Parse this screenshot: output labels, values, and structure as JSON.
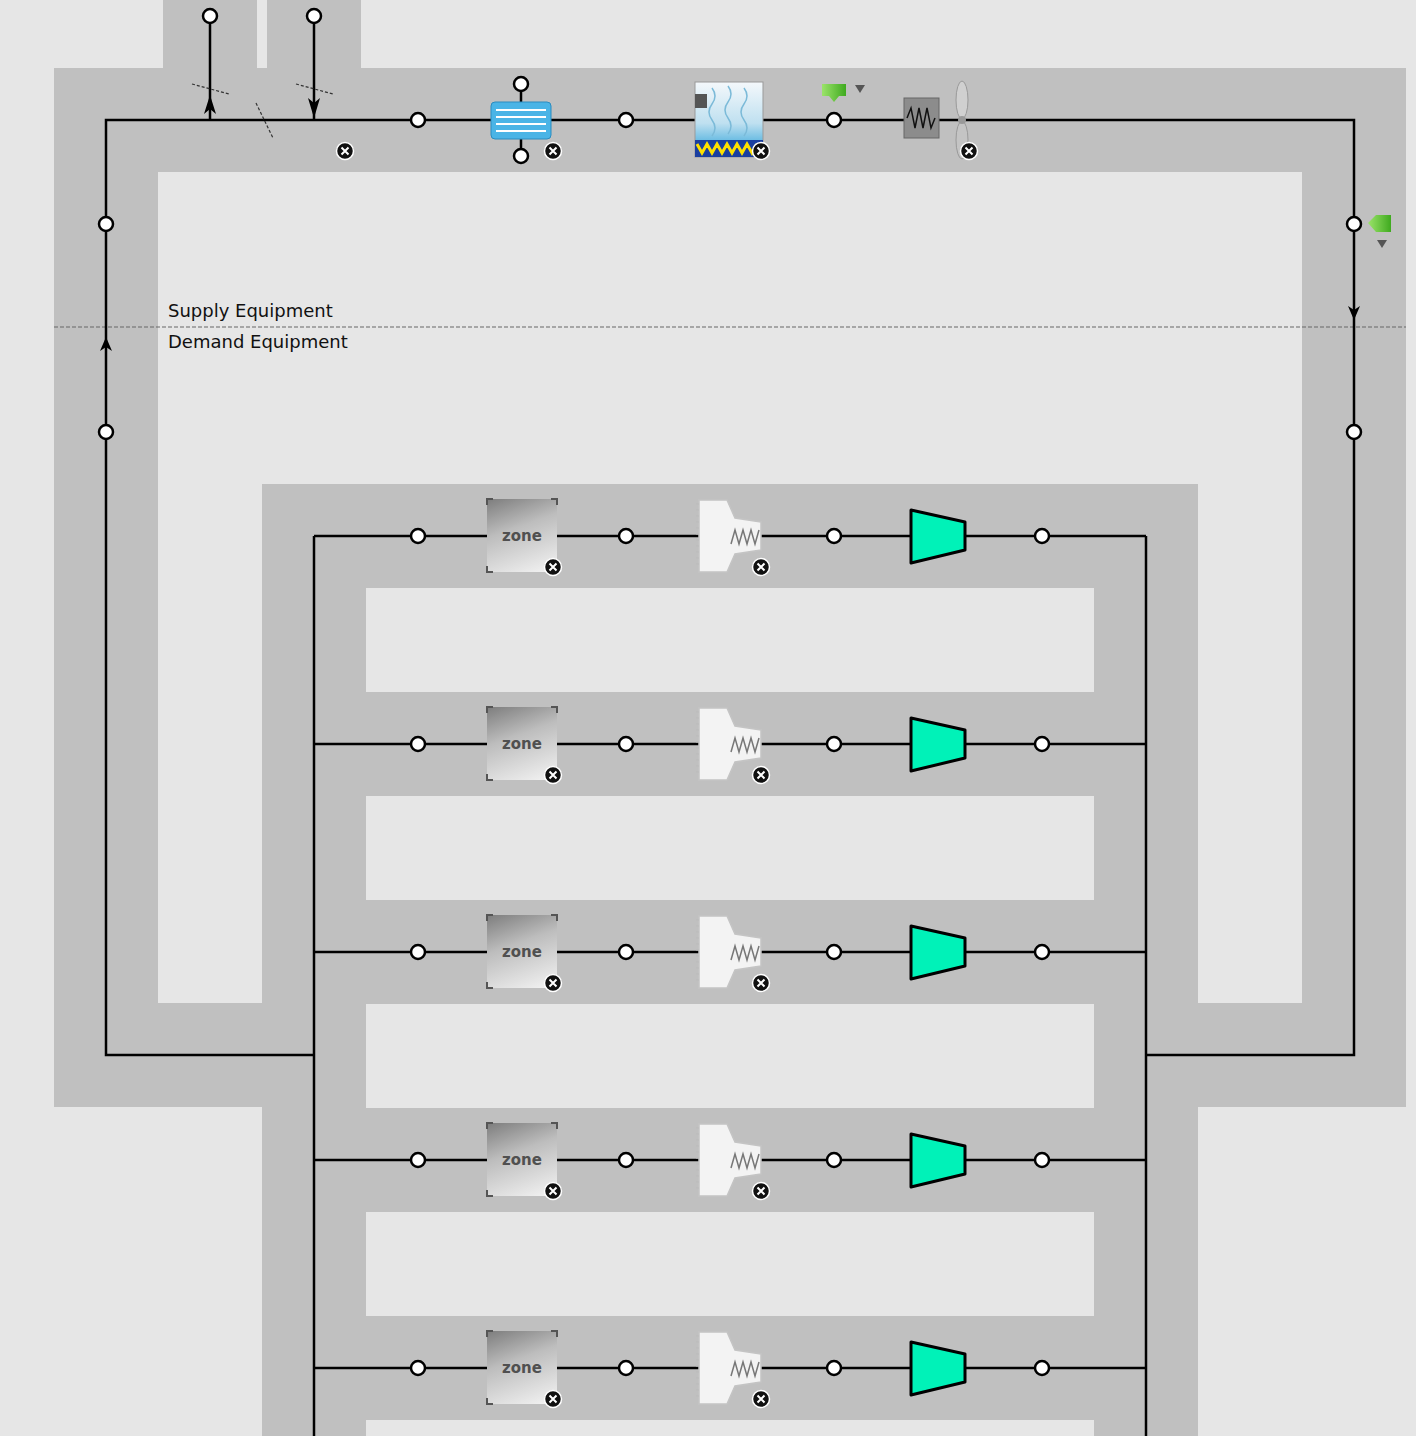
{
  "diagram": {
    "nodes": [
      {
        "text": [
          "zone"
        ]
      },
      {
        "text": [
          "zone"
        ]
      },
      {
        "text": [
          "zone"
        ]
      },
      {
        "text": [
          "zone"
        ]
      },
      {
        "text": [
          "zone"
        ]
      }
    ],
    "labels": [
      "Supply Equipment",
      "Demand Equipment"
    ]
  }
}
